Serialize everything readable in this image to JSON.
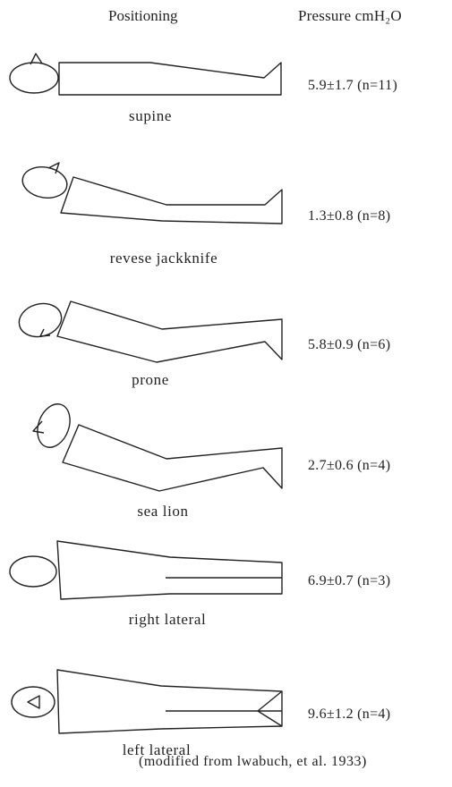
{
  "header": {
    "positioning": "Positioning",
    "pressure": "Pressure cmH₂O"
  },
  "positions": [
    {
      "label": "supine",
      "value": "5.9±1.7 (n=11)"
    },
    {
      "label": "revese jackknife",
      "value": "1.3±0.8 (n=8)"
    },
    {
      "label": "prone",
      "value": "5.8±0.9 (n=6)"
    },
    {
      "label": "sea lion",
      "value": "2.7±0.6 (n=4)"
    },
    {
      "label": "right lateral",
      "value": "6.9±0.7 (n=3)"
    },
    {
      "label": "left lateral",
      "value": "9.6±1.2 (n=4)"
    }
  ],
  "citation": "(modified from lwabuch, et al. 1933)"
}
